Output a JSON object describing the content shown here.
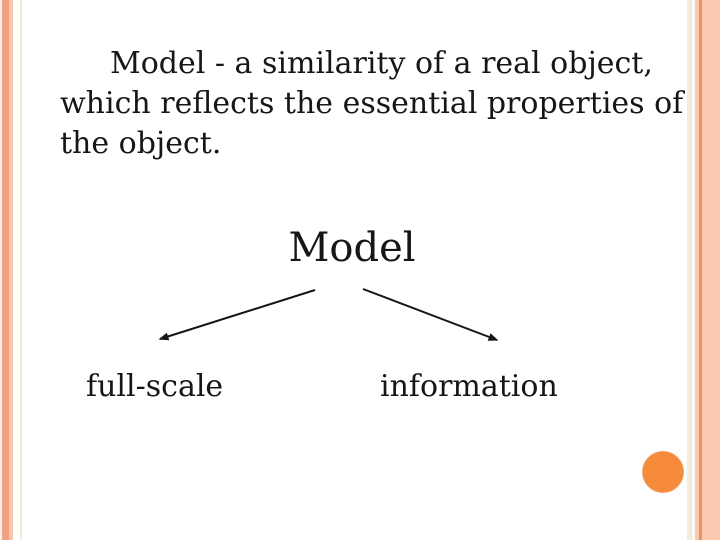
{
  "slide": {
    "paragraph": {
      "lines": [
        "Model - a similarity of a real object,",
        "which reflects the essential properties of",
        "the object."
      ]
    },
    "tree": {
      "root": "Model",
      "children": [
        "full-scale",
        "information"
      ]
    },
    "colors": {
      "text": "#161616",
      "circle": "#f48a3a",
      "left_stripe_salmon": "#f1a183",
      "left_stripe_light": "#f8c5ad",
      "left_cream_line": "#f3ecd4",
      "right_cream_stripe": "#f3ecdc",
      "right_stripe_light": "#f9c9ae",
      "right_stripe_salmon": "#ec9166",
      "right_stripe_wide": "#fbc9b0"
    }
  }
}
